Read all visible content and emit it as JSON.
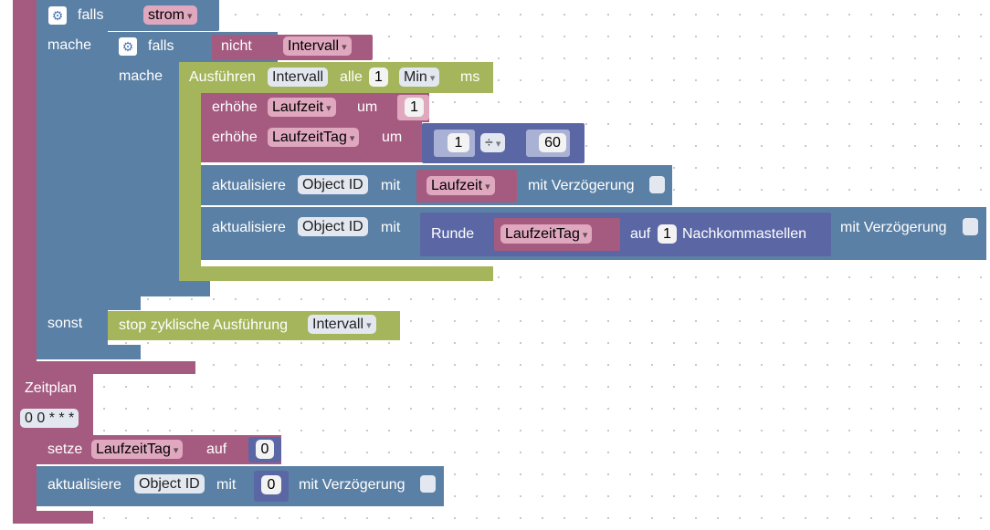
{
  "colors": {
    "event": "#a55b80",
    "logic": "#5b80a5",
    "timer": "#a5b55b",
    "variable": "#a55b80",
    "math": "#5b67a5",
    "lowlight": "#e0a8bf"
  },
  "top_if": {
    "if_label": "falls",
    "condition_var": "strom",
    "do_label": "mache",
    "else_label": "sonst"
  },
  "inner_if": {
    "if_label": "falls",
    "not_label": "nicht",
    "condition_var": "Intervall",
    "do_label": "mache"
  },
  "interval": {
    "run_label": "Ausführen",
    "name": "Intervall",
    "every_label": "alle",
    "value": "1",
    "unit": "Min",
    "ms_label": "ms"
  },
  "incr1": {
    "label": "erhöhe",
    "var": "Laufzeit",
    "by_label": "um",
    "value": "1"
  },
  "incr2": {
    "label": "erhöhe",
    "var": "LaufzeitTag",
    "by_label": "um",
    "a": "1",
    "op": "÷",
    "b": "60"
  },
  "update1": {
    "label": "aktualisiere",
    "object": "Object ID",
    "with_label": "mit",
    "var": "Laufzeit",
    "delay_label": "mit Verzögerung"
  },
  "update2": {
    "label": "aktualisiere",
    "object": "Object ID",
    "with_label": "mit",
    "round_label": "Runde",
    "var": "LaufzeitTag",
    "to_label": "auf",
    "digits": "1",
    "decimals_label": "Nachkommastellen",
    "delay_label": "mit Verzögerung"
  },
  "stop": {
    "label": "stop zyklische Ausführung",
    "name": "Intervall"
  },
  "schedule": {
    "label": "Zeitplan",
    "cron": "0 0 * * *"
  },
  "set_block": {
    "label": "setze",
    "var": "LaufzeitTag",
    "to_label": "auf",
    "value": "0"
  },
  "update3": {
    "label": "aktualisiere",
    "object": "Object ID",
    "with_label": "mit",
    "value": "0",
    "delay_label": "mit Verzögerung"
  }
}
